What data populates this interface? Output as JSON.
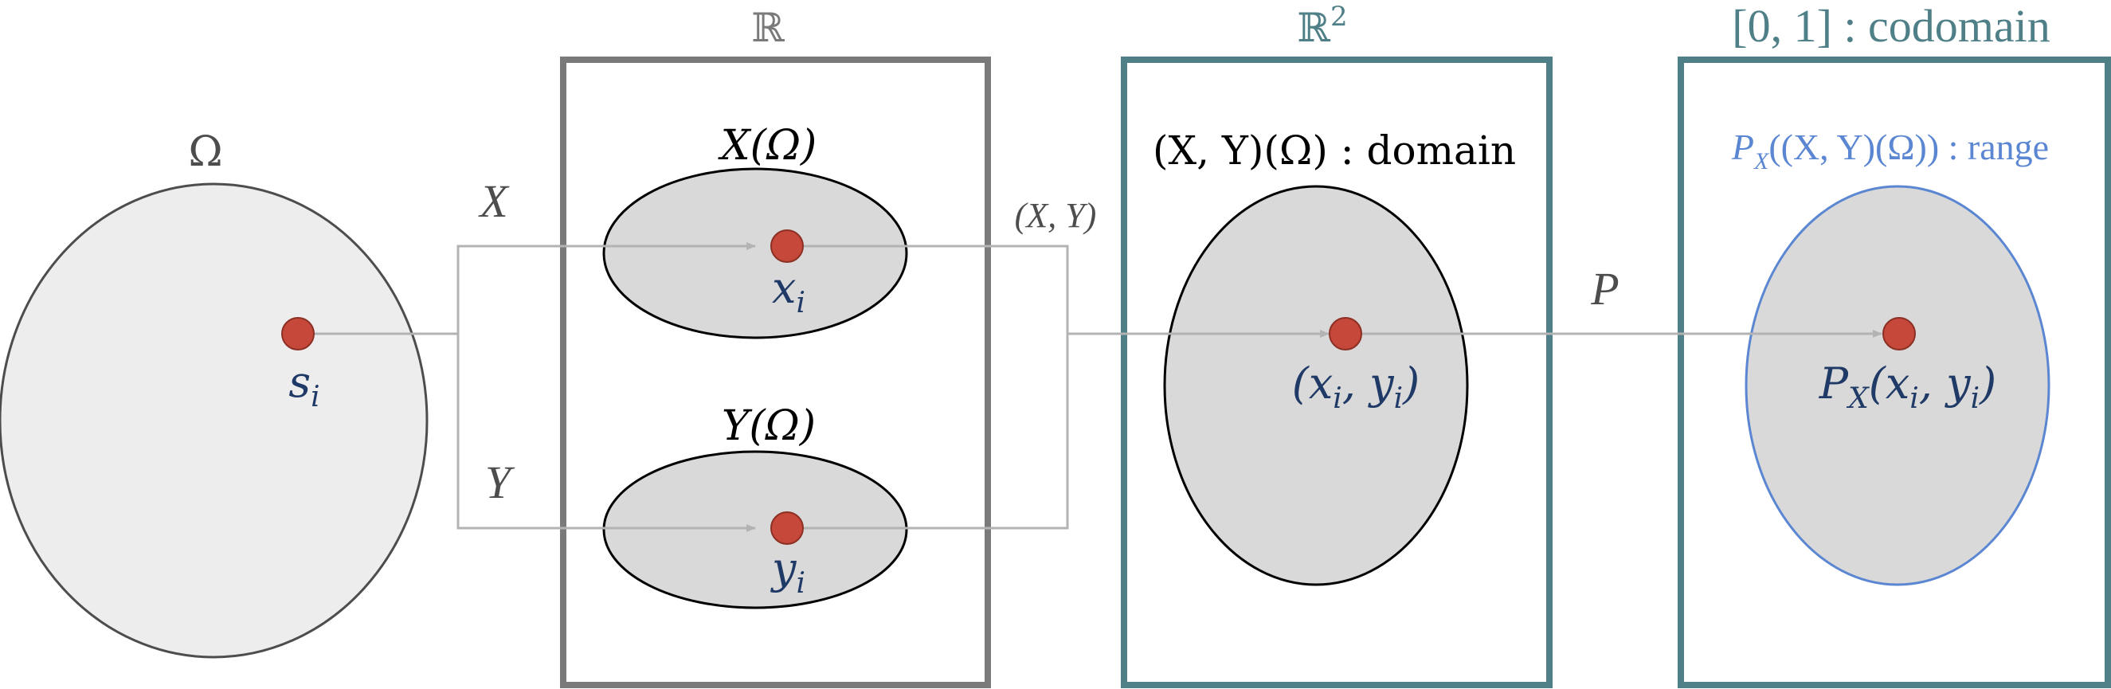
{
  "colors": {
    "gray_box": "#7a7a7a",
    "teal_box": "#4f7f87",
    "teal_text": "#4f7f87",
    "blue_outline": "#5b86d2",
    "blue_text": "#5b86d2",
    "navy_text": "#1f3a66",
    "point_fill": "#c5483a",
    "ellipse_fill": "#d9d9d9",
    "omega_fill": "#ededed",
    "arrow_gray": "#b3b3b3",
    "label_gray": "#4d4d4d"
  },
  "labels": {
    "omega": "Ω",
    "reals": "ℝ",
    "reals2_base": "ℝ",
    "reals2_exp": "2",
    "codomain": "[0, 1] : codomain",
    "x_omega": "X(Ω)",
    "y_omega": "Y(Ω)",
    "domain": "(X, Y)(Ω) : domain",
    "range_main": "P",
    "range_sub": "X",
    "range_rest": "((X, Y)(Ω)) : range",
    "arrow_x": "X",
    "arrow_y": "Y",
    "arrow_xy": "(X, Y)",
    "arrow_p": "P"
  },
  "points": {
    "s_main": "s",
    "s_sub": "i",
    "x_main": "x",
    "x_sub": "i",
    "y_main": "y",
    "y_sub": "i",
    "pair": "(x",
    "pair_sub1": "i",
    "pair_mid": ", y",
    "pair_sub2": "i",
    "pair_end": ")",
    "px_main": "P",
    "px_sub": "X",
    "px_open": "(x",
    "px_sub1": "i",
    "px_mid": ", y",
    "px_sub2": "i",
    "px_end": ")"
  }
}
